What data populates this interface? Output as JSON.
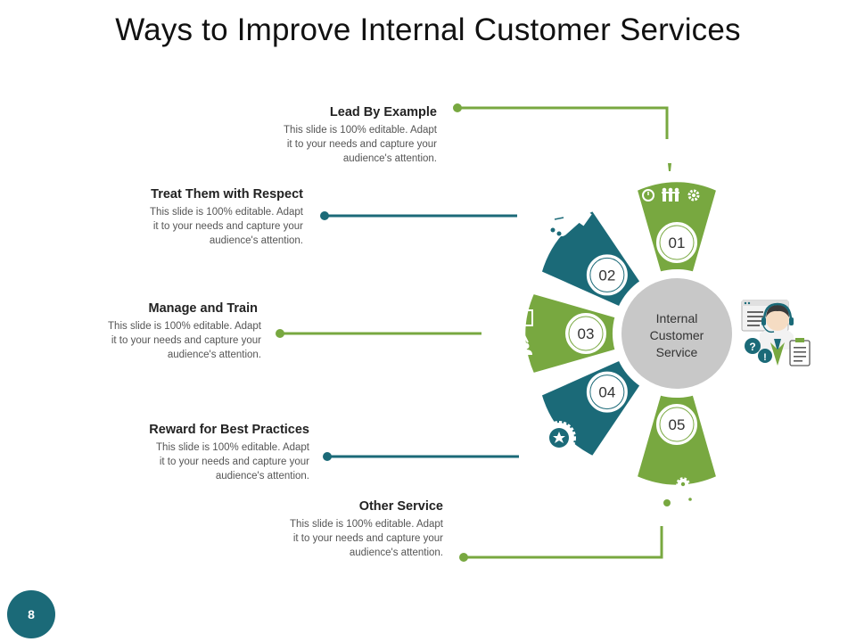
{
  "title": "Ways to Improve Internal Customer Services",
  "center_label": [
    "Internal",
    "Customer",
    "Service"
  ],
  "page_number": "8",
  "colors": {
    "green": "#78a840",
    "teal": "#1b6a78",
    "center": "#c8c8c8"
  },
  "items": [
    {
      "number": "01",
      "heading": "Lead By Example",
      "icon": "leader-team-icon",
      "color": "green",
      "description": [
        "This slide is 100% editable. Adapt",
        "it to your needs and capture your",
        "audience's attention."
      ]
    },
    {
      "number": "02",
      "heading": "Treat Them with Respect",
      "icon": "handshake-icon",
      "color": "teal",
      "description": [
        "This slide is 100% editable. Adapt",
        "it to your needs and capture your",
        "audience's attention."
      ]
    },
    {
      "number": "03",
      "heading": "Manage and Train",
      "icon": "presentation-training-icon",
      "color": "green",
      "description": [
        "This slide is 100% editable. Adapt",
        "it to your needs and capture your",
        "audience's attention."
      ]
    },
    {
      "number": "04",
      "heading": "Reward for Best Practices",
      "icon": "award-badge-icon",
      "color": "teal",
      "description": [
        "This slide is 100% editable. Adapt",
        "it to your needs and capture your",
        "audience's attention."
      ]
    },
    {
      "number": "05",
      "heading": "Other Service",
      "icon": "gears-icon",
      "color": "green",
      "description": [
        "This slide is 100% editable. Adapt",
        "it to your needs and capture your",
        "audience's attention."
      ]
    }
  ],
  "side_icon": "customer-support-agent-icon"
}
